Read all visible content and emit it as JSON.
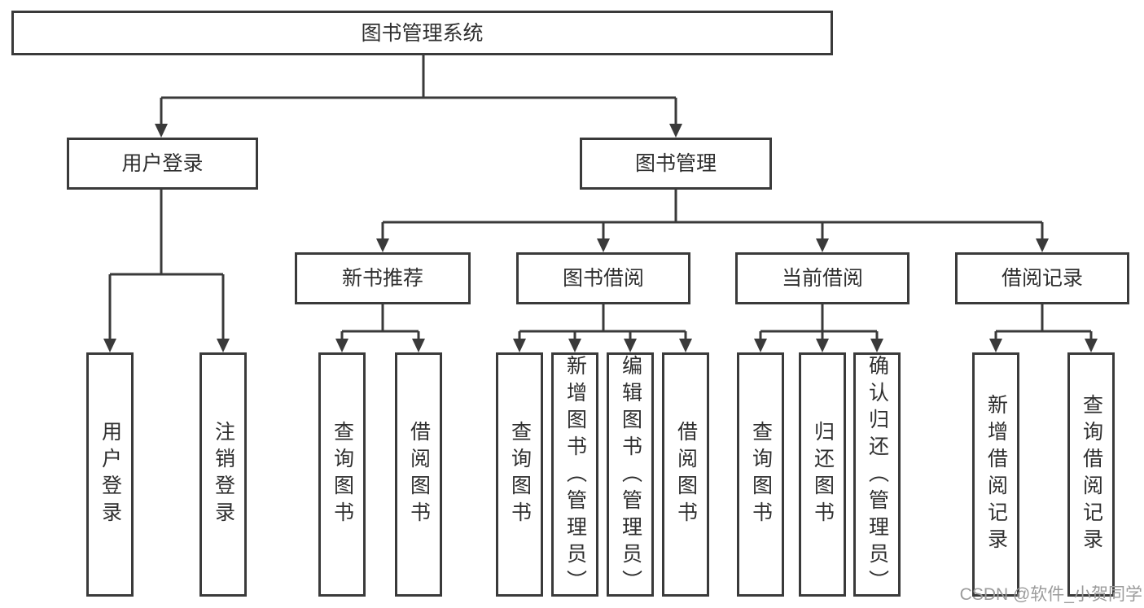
{
  "diagram_title": "图书管理系统",
  "colors": {
    "line": "#3a3a3a",
    "text": "#2f2f2f",
    "box_fill": "#ffffff",
    "background": "#ffffff",
    "watermark": "#9b9b9b"
  },
  "tree": {
    "root": {
      "label": "图书管理系统"
    },
    "level2": [
      {
        "label": "用户登录"
      },
      {
        "label": "图书管理"
      }
    ],
    "level3": [
      {
        "label": "新书推荐"
      },
      {
        "label": "图书借阅"
      },
      {
        "label": "当前借阅"
      },
      {
        "label": "借阅记录"
      }
    ],
    "leaves": {
      "user_login": [
        {
          "label": "用户登录"
        },
        {
          "label": "注销登录"
        }
      ],
      "new_book": [
        {
          "label": "查询图书"
        },
        {
          "label": "借阅图书"
        }
      ],
      "book_borrow": [
        {
          "label": "查询图书"
        },
        {
          "label": "新增图书（管理员）"
        },
        {
          "label": "编辑图书（管理员）"
        },
        {
          "label": "借阅图书"
        }
      ],
      "current_borrow": [
        {
          "label": "查询图书"
        },
        {
          "label": "归还图书"
        },
        {
          "label": "确认归还（管理员）"
        }
      ],
      "borrow_record": [
        {
          "label": "新增借阅记录"
        },
        {
          "label": "查询借阅记录"
        }
      ]
    }
  },
  "watermark": {
    "text": "CSDN @软件_小贺同学"
  }
}
